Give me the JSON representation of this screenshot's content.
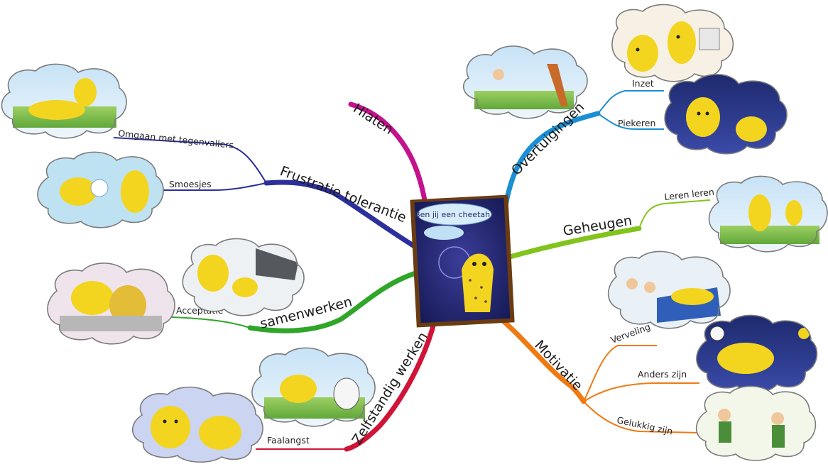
{
  "book": {
    "title": "Ben jij een cheetah?"
  },
  "branches": {
    "hiaten": {
      "label": "Hiaten",
      "color": "#c4128c"
    },
    "overtuigingen": {
      "label": "Overtuigingen",
      "color": "#1b8fd3",
      "subs": [
        {
          "label": "Inzet"
        },
        {
          "label": "Piekeren"
        }
      ]
    },
    "geheugen": {
      "label": "Geheugen",
      "color": "#83c31d",
      "subs": [
        {
          "label": "Leren leren"
        }
      ]
    },
    "motivatie": {
      "label": "Motivatie",
      "color": "#f07a12",
      "subs": [
        {
          "label": "Verveling"
        },
        {
          "label": "Anders zijn"
        },
        {
          "label": "Gelukkig zijn"
        }
      ]
    },
    "zelfstandig": {
      "label": "Zelfstandig werken",
      "color": "#cf1437",
      "subs": [
        {
          "label": "Faalangst"
        }
      ]
    },
    "samenwerken": {
      "label": "samenwerken",
      "color": "#2fa629",
      "subs": [
        {
          "label": "Acceptatie"
        }
      ]
    },
    "frustratie": {
      "label": "Frustratie tolerantie",
      "color": "#2c2f9c",
      "subs": [
        {
          "label": "Omgaan met tegenvallers"
        },
        {
          "label": "Smoesjes"
        }
      ]
    }
  }
}
